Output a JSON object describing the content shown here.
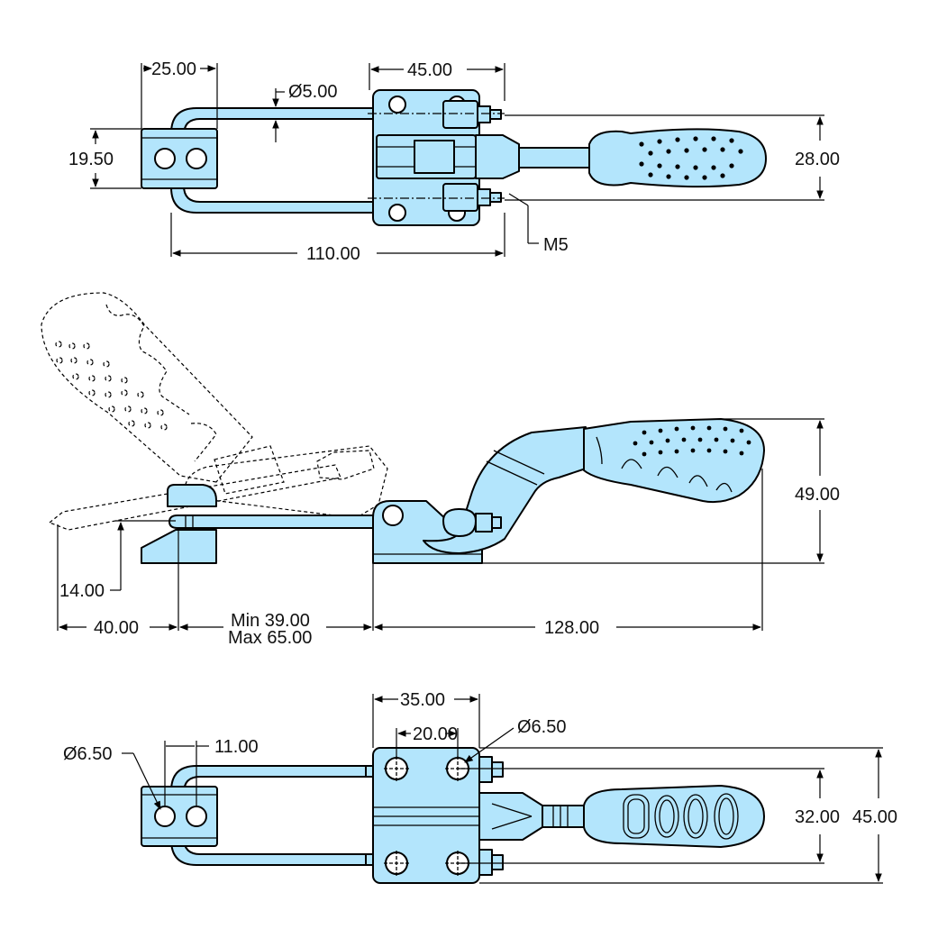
{
  "top_view": {
    "dims": {
      "bar_width": "25.00",
      "base_width": "45.00",
      "rod_diameter": "Ø5.00",
      "block_height": "19.50",
      "overall_width": "28.00",
      "overall_length": "110.00",
      "thread": "M5"
    }
  },
  "side_view": {
    "dims": {
      "handle_height": "49.00",
      "hook_height": "14.00",
      "hook_offset": "40.00",
      "stroke_min": "Min 39.00",
      "stroke_max": "Max 65.00",
      "handle_length": "128.00"
    }
  },
  "bottom_view": {
    "dims": {
      "base_length": "35.00",
      "hole_spacing": "20.00",
      "base_hole": "Ø6.50",
      "keeper_hole": "Ø6.50",
      "keeper_spacing": "11.00",
      "hole_pitch": "32.00",
      "base_width": "45.00"
    }
  },
  "colors": {
    "part_fill": "#b3e5fc",
    "line": "#000000"
  }
}
